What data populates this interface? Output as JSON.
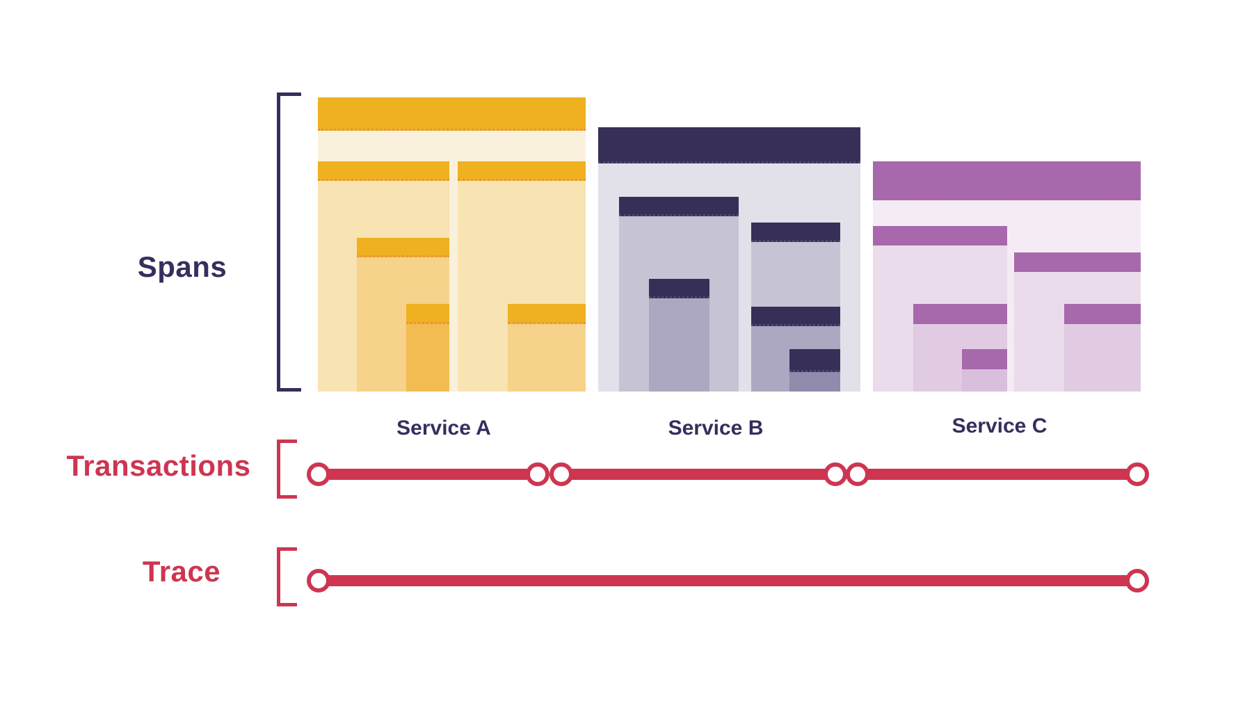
{
  "labels": {
    "spans": "Spans",
    "transactions": "Transactions",
    "trace": "Trace"
  },
  "services": [
    {
      "name": "Service A",
      "palette": "gold",
      "span_levels": 4
    },
    {
      "name": "Service B",
      "palette": "navy",
      "span_levels": 4
    },
    {
      "name": "Service C",
      "palette": "purple",
      "span_levels": 4
    }
  ],
  "structure": {
    "transaction_segments": 3,
    "trace_segments": 1
  },
  "colors": {
    "accent_red": "#CD3551",
    "text_navy": "#362E5D",
    "a_header": "#EFB120",
    "a_bg": "#FAF1DC",
    "a_l2": "#F8E3B2",
    "a_l3": "#F6D28B",
    "a_l4": "#F2BC52",
    "b_header": "#372F58",
    "b_bg": "#E2E0E9",
    "b_l2": "#C6C3D4",
    "b_l3": "#ACA8C1",
    "b_l4": "#908BAB",
    "c_header": "#A869AC",
    "c_bg": "#F5EBF5",
    "c_l2": "#EADCEB",
    "c_l3": "#E0CBE2",
    "c_l4": "#D9BFDC"
  }
}
